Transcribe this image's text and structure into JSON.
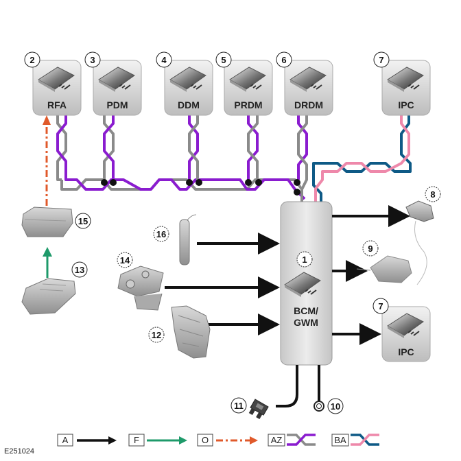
{
  "figure_ref": "E251024",
  "colors": {
    "purple": "#8a1ccf",
    "grey": "#8a8a8a",
    "pink": "#ee88aa",
    "teal_blue": "#0e5a86",
    "green": "#1e9a6a",
    "orange": "#e05a2b",
    "black": "#111111"
  },
  "modules_top": [
    {
      "callout": "2",
      "label": "RFA",
      "icon": "module-chip-icon"
    },
    {
      "callout": "3",
      "label": "PDM",
      "icon": "module-chip-icon"
    },
    {
      "callout": "4",
      "label": "DDM",
      "icon": "module-chip-icon"
    },
    {
      "callout": "5",
      "label": "PRDM",
      "icon": "module-chip-icon"
    },
    {
      "callout": "6",
      "label": "DRDM",
      "icon": "module-chip-icon"
    },
    {
      "callout": "7",
      "label": "IPC",
      "icon": "module-chip-icon"
    }
  ],
  "central_module": {
    "callout": "1",
    "label_line1": "BCM/",
    "label_line2": "GWM",
    "icon": "module-chip-icon"
  },
  "ipc_output": {
    "callout": "7",
    "label": "IPC",
    "icon": "module-chip-icon"
  },
  "inputs": [
    {
      "callout": "16",
      "name": "door-handle",
      "icon": "exterior-door-handle-icon"
    },
    {
      "callout": "14",
      "name": "striker",
      "icon": "hood-latch-icon"
    },
    {
      "callout": "12",
      "name": "door-latch",
      "icon": "door-latch-icon"
    }
  ],
  "outputs": [
    {
      "callout": "8",
      "name": "lamp",
      "icon": "puddle-lamp-icon"
    },
    {
      "callout": "9",
      "name": "actuator",
      "icon": "actuator-icon"
    }
  ],
  "power": [
    {
      "callout": "11",
      "name": "fuse",
      "icon": "fuse-icon"
    },
    {
      "callout": "10",
      "name": "ground",
      "icon": "ground-eyelet-icon"
    }
  ],
  "keyless": [
    {
      "callout": "15",
      "name": "receiver",
      "icon": "rf-receiver-icon"
    },
    {
      "callout": "13",
      "name": "smart-key",
      "icon": "smart-key-fob-icon"
    }
  ],
  "legend": [
    {
      "code": "A",
      "type": "hardwired",
      "style": "solid-black-arrow"
    },
    {
      "code": "F",
      "type": "rf-transmission",
      "style": "green-arrow"
    },
    {
      "code": "O",
      "type": "lin-bus",
      "style": "orange-dash-dot-arrow"
    },
    {
      "code": "AZ",
      "type": "ms-can",
      "style": "purple-grey-twisted"
    },
    {
      "code": "BA",
      "type": "hs-can",
      "style": "pink-blue-twisted"
    }
  ]
}
